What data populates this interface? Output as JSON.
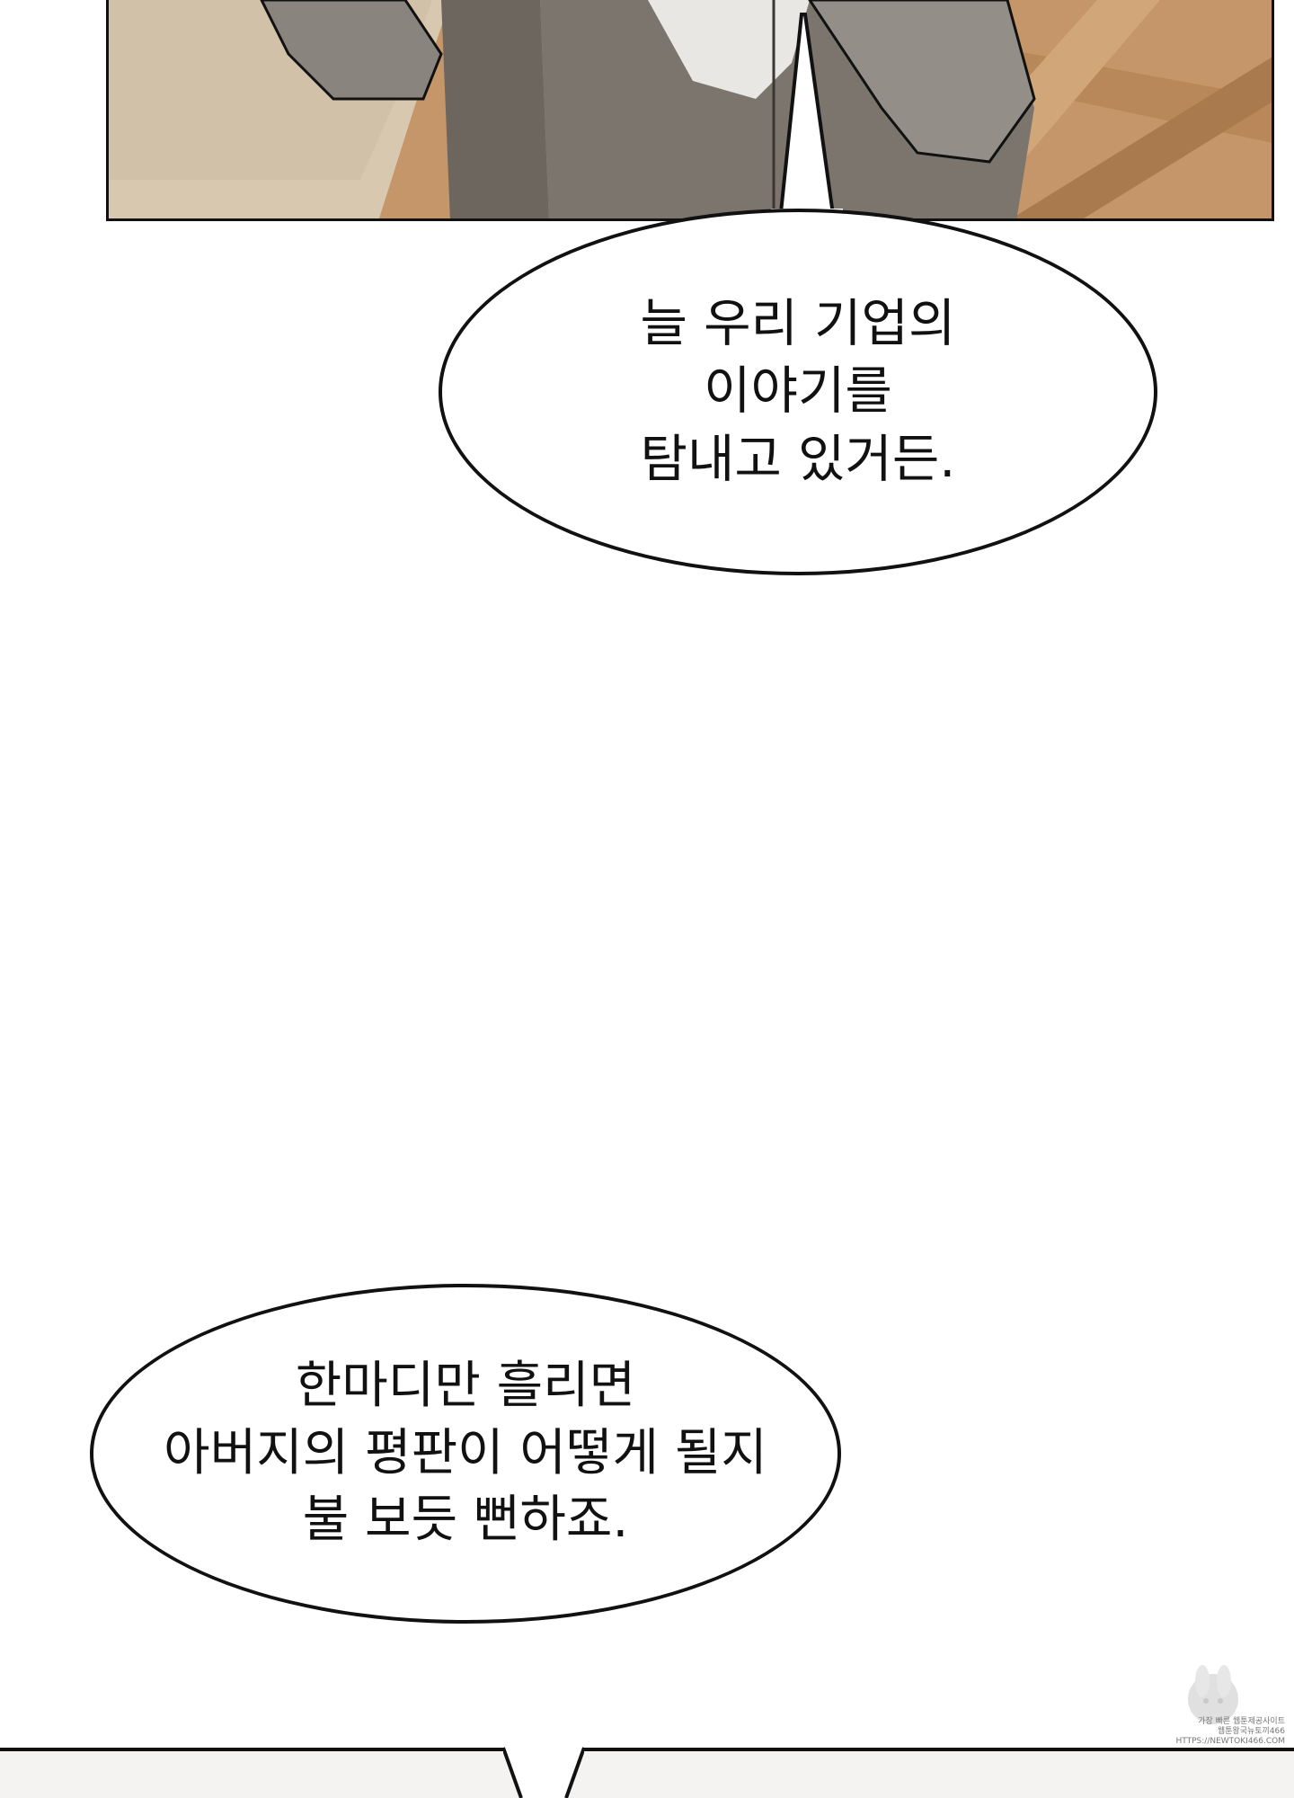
{
  "panels": {
    "top": {
      "scene": "suit-torso-over-wood-floor-and-rug"
    },
    "bottom": {
      "scene": "cropped-next-panel"
    }
  },
  "bubbles": [
    {
      "id": "bubble-1",
      "text": "늘 우리 기업의\n이야기를\n탐내고 있거든."
    },
    {
      "id": "bubble-2",
      "text": "한마디만 흘리면\n아버지의 평판이 어떻게 될지\n불 보듯 뻔하죠."
    }
  ],
  "watermark": {
    "line1": "가장 빠른 웹툰제공사이트",
    "line2": "웹툰왕국뉴토끼466",
    "line3": "HTTPS://NEWTOKI466.COM"
  },
  "colors": {
    "ink": "#111111",
    "paper": "#ffffff",
    "wood": "#b98a5c",
    "rug": "#d6c6ae",
    "suit": "#7c756e"
  }
}
